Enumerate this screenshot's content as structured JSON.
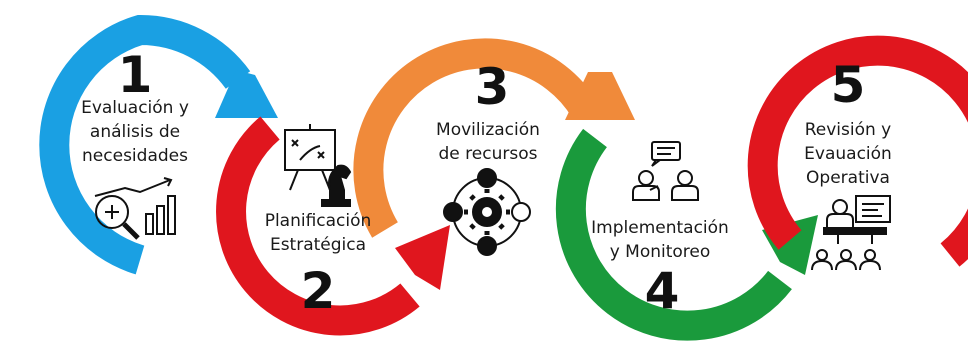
{
  "steps": [
    {
      "number": "1",
      "line1": "Evaluación y",
      "line2": "análisis de",
      "line3": "necesidades",
      "color": "#1aa0e3",
      "icon": "search-growth-chart-icon"
    },
    {
      "number": "2",
      "line1": "Planificación",
      "line2": "Estratégica",
      "color": "#e0161e",
      "icon": "strategy-board-chess-icon"
    },
    {
      "number": "3",
      "line1": "Movilización",
      "line2": "de recursos",
      "color": "#f08a3a",
      "icon": "resources-gear-icon"
    },
    {
      "number": "4",
      "line1": "Implementación",
      "line2": "y Monitoreo",
      "color": "#1a9a3c",
      "icon": "people-communication-icon"
    },
    {
      "number": "5",
      "line1": "Revisión y",
      "line2": "Evauación",
      "line3": "Operativa",
      "color": "#e0161e",
      "icon": "presentation-audience-icon"
    }
  ]
}
